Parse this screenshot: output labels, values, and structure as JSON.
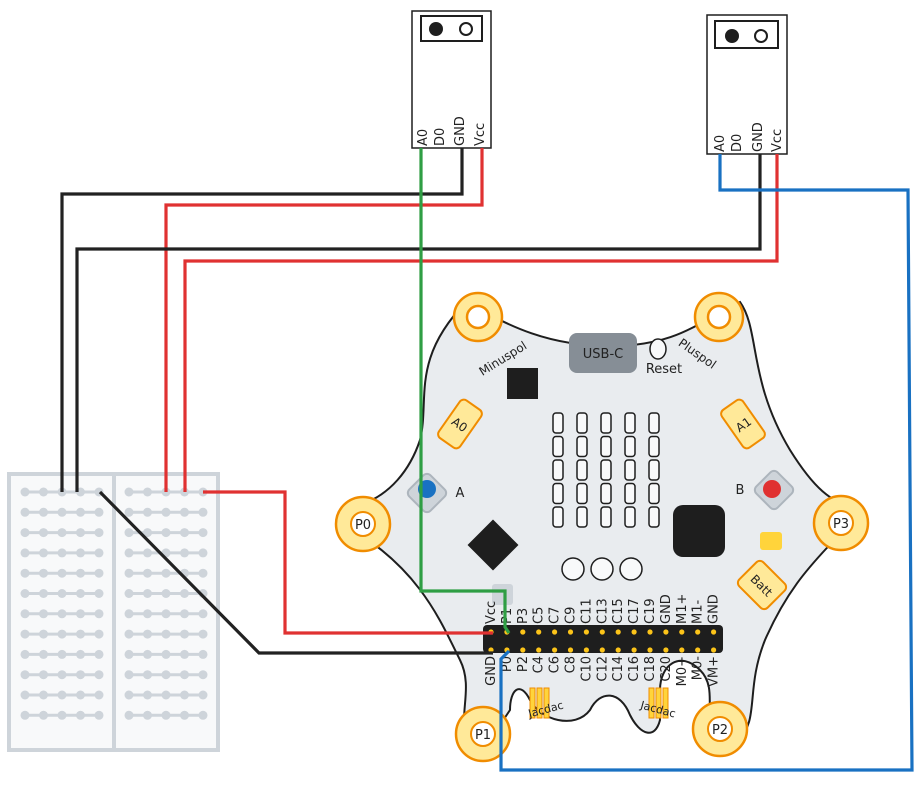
{
  "colors": {
    "wire_black": "#222222",
    "wire_red": "#e03131",
    "wire_green": "#2f9e44",
    "wire_blue": "#1971c2",
    "board": "#e9ecef",
    "pad_fill": "#ffe999",
    "pad_stroke": "#f08c00",
    "button_a": "#1971c2",
    "button_b": "#e03131",
    "usb": "#868e96",
    "chip": "#1e1e1e",
    "status_led": "#ffd43b",
    "breadboard": "#f8f9fa",
    "breadboard_border": "#ced4da",
    "breadboard_hole": "#ced4da"
  },
  "sensors": [
    {
      "name": "sensor-1",
      "pins": [
        "A0",
        "D0",
        "GND",
        "Vcc"
      ]
    },
    {
      "name": "sensor-2",
      "pins": [
        "A0",
        "D0",
        "GND",
        "Vcc"
      ]
    }
  ],
  "board": {
    "usb_label": "USB-C",
    "reset_label": "Reset",
    "minuspol_label": "Minuspol",
    "pluspol_label": "Pluspol",
    "pad_a0": "A0",
    "pad_a1": "A1",
    "pad_batt": "Batt",
    "button_a_label": "A",
    "button_b_label": "B",
    "corner_pads": [
      "P0",
      "P1",
      "P2",
      "P3"
    ],
    "jacdac_left": "Jacdac",
    "jacdac_right": "Jacdac",
    "header_top": [
      "Vcc",
      "P1",
      "P3",
      "C5",
      "C7",
      "C9",
      "C11",
      "C13",
      "C15",
      "C17",
      "C19",
      "GND",
      "M1+",
      "M1-",
      "GND"
    ],
    "header_bottom": [
      "GND",
      "P0",
      "P2",
      "C4",
      "C6",
      "C8",
      "C10",
      "C12",
      "C14",
      "C16",
      "C18",
      "C20",
      "M0+",
      "M0-",
      "VM+"
    ]
  },
  "breadboard": {
    "rows": 12,
    "holes_per_strip": 5,
    "columns": 2
  },
  "wires": [
    {
      "name": "wire-sensor1-gnd",
      "color": "black",
      "from": "sensor-1 GND",
      "to": "breadboard left rail"
    },
    {
      "name": "wire-sensor1-vcc",
      "color": "red",
      "from": "sensor-1 Vcc",
      "to": "breadboard right rail"
    },
    {
      "name": "wire-sensor1-a0",
      "color": "green",
      "from": "sensor-1 A0",
      "to": "P1"
    },
    {
      "name": "wire-sensor2-gnd",
      "color": "black",
      "from": "sensor-2 GND",
      "to": "breadboard left rail"
    },
    {
      "name": "wire-sensor2-vcc",
      "color": "red",
      "from": "sensor-2 Vcc",
      "to": "breadboard right rail"
    },
    {
      "name": "wire-sensor2-a0",
      "color": "blue",
      "from": "sensor-2 A0",
      "to": "P0"
    },
    {
      "name": "wire-board-vcc",
      "color": "red",
      "from": "breadboard right rail",
      "to": "Vcc"
    },
    {
      "name": "wire-board-gnd",
      "color": "black",
      "from": "breadboard left rail",
      "to": "GND"
    }
  ]
}
